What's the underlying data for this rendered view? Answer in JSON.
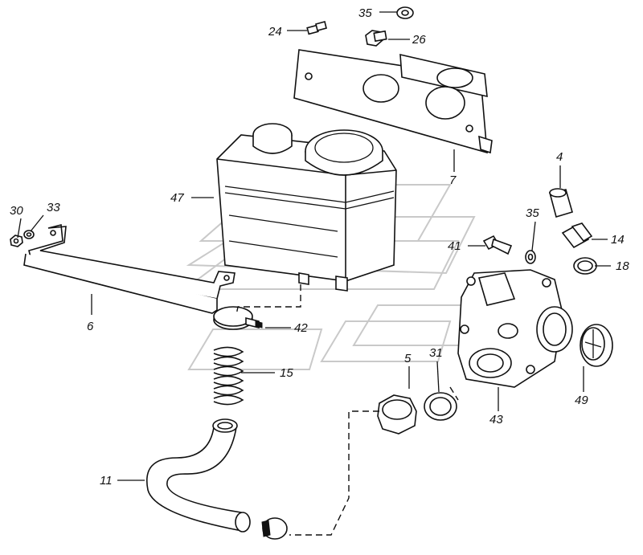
{
  "callouts": {
    "p4": "4",
    "p5": "5",
    "p6": "6",
    "p7": "7",
    "p11": "11",
    "p14": "14",
    "p15": "15",
    "p18": "18",
    "p24": "24",
    "p26": "26",
    "p30": "30",
    "p31": "31",
    "p33": "33",
    "p35a": "35",
    "p35b": "35",
    "p41": "41",
    "p42": "42",
    "p43": "43",
    "p47": "47",
    "p49": "49"
  }
}
